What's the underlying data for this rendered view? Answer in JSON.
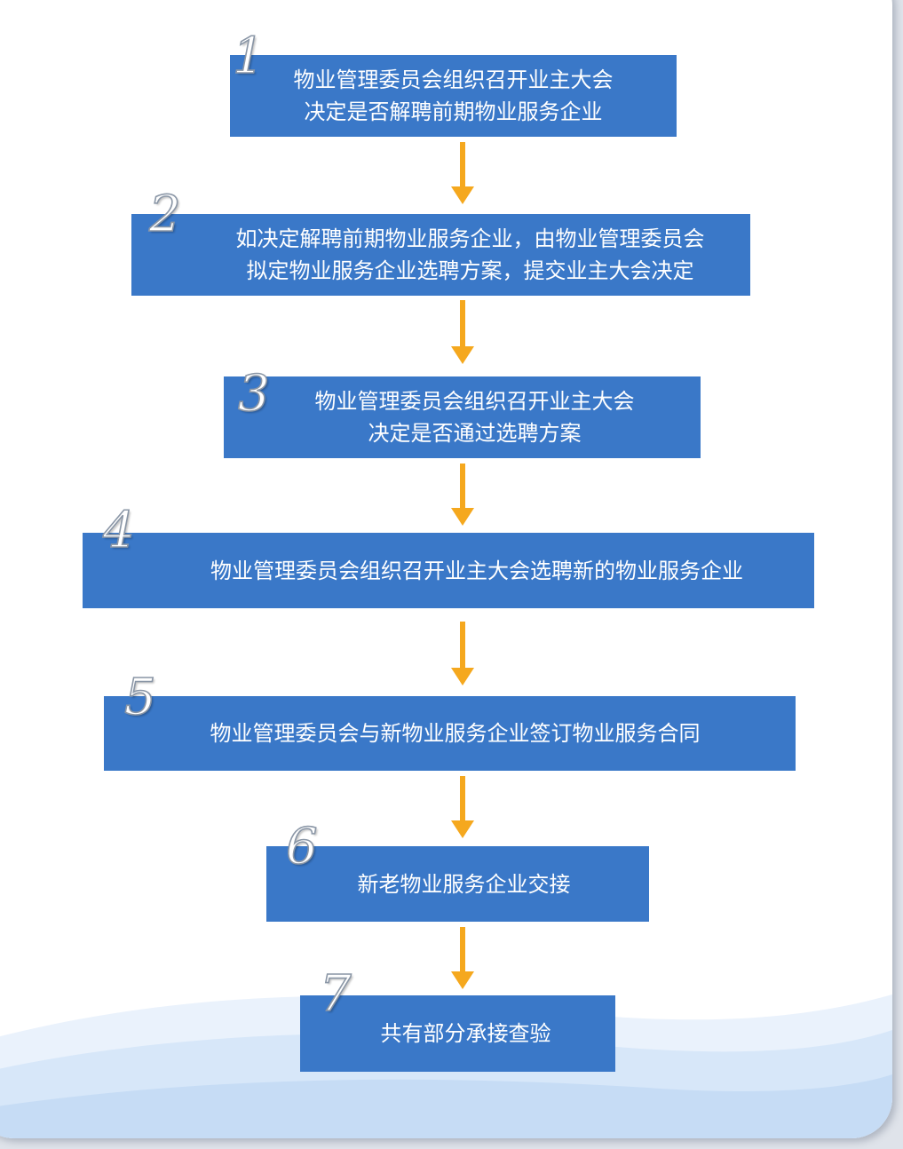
{
  "colors": {
    "box": "#3a78c8",
    "arrow": "#f5a81e",
    "wave_light": "#eaf2fc",
    "wave_mid": "#cfe2f7"
  },
  "steps": [
    {
      "num": "1",
      "lines": [
        "物业管理委员会组织召开业主大会",
        "决定是否解聘前期物业服务企业"
      ]
    },
    {
      "num": "2",
      "lines": [
        "如决定解聘前期物业服务企业，由物业管理委员会",
        "拟定物业服务企业选聘方案，提交业主大会决定"
      ]
    },
    {
      "num": "3",
      "lines": [
        "物业管理委员会组织召开业主大会",
        "决定是否通过选聘方案"
      ]
    },
    {
      "num": "4",
      "lines": [
        "物业管理委员会组织召开业主大会选聘新的物业服务企业"
      ]
    },
    {
      "num": "5",
      "lines": [
        "物业管理委员会与新物业服务企业签订物业服务合同"
      ]
    },
    {
      "num": "6",
      "lines": [
        "新老物业服务企业交接"
      ]
    },
    {
      "num": "7",
      "lines": [
        "共有部分承接查验"
      ]
    }
  ]
}
